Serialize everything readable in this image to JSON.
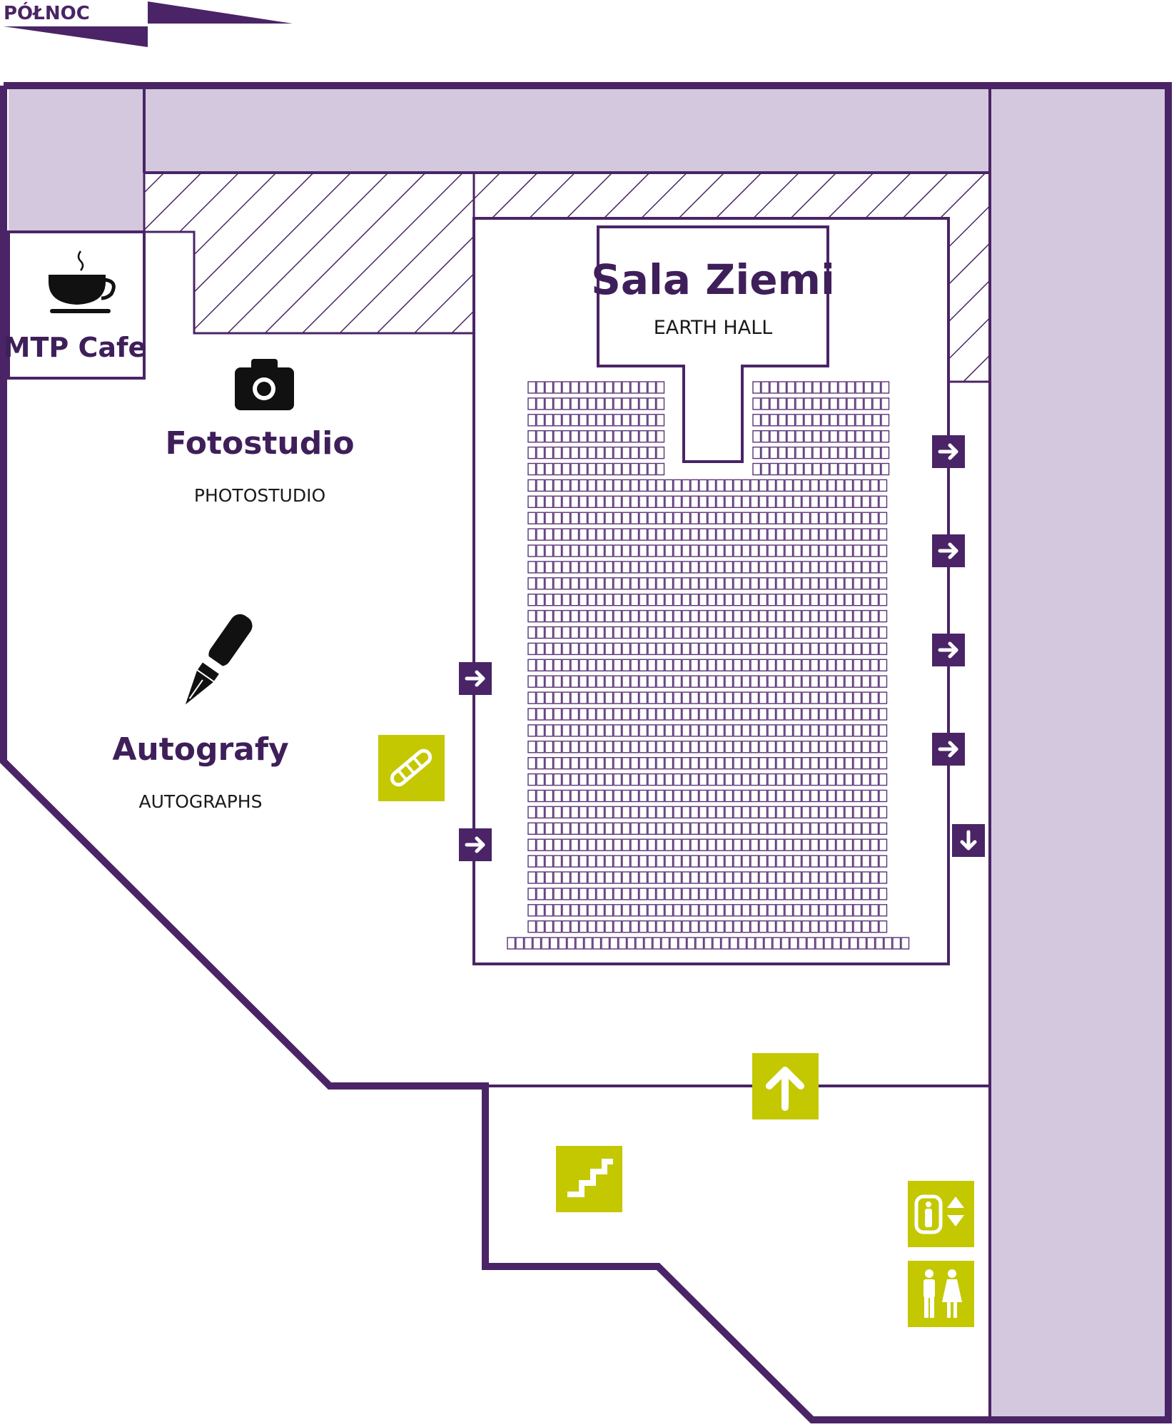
{
  "compass": {
    "label": "PÓŁNOC"
  },
  "locations": {
    "cafe": {
      "name": "MTP Cafe",
      "icon": "coffee-cup-icon"
    },
    "photostudio": {
      "name": "Fotostudio",
      "subtitle": "PHOTOSTUDIO",
      "icon": "camera-icon"
    },
    "autographs": {
      "name": "Autografy",
      "subtitle": "AUTOGRAPHS",
      "icon": "fountain-pen-icon"
    },
    "hall": {
      "name": "Sala Ziemi",
      "subtitle": "EARTH HALL"
    }
  },
  "facilities": [
    {
      "id": "no-smoking",
      "icon": "no-smoking-icon"
    },
    {
      "id": "exit-up",
      "icon": "arrow-up-icon"
    },
    {
      "id": "stairs",
      "icon": "stairs-icon"
    },
    {
      "id": "elevator",
      "icon": "elevator-icon"
    },
    {
      "id": "toilets",
      "icon": "toilets-icon"
    }
  ],
  "hall_doors": [
    {
      "id": "door-left-1",
      "icon": "arrow-right-icon"
    },
    {
      "id": "door-left-2",
      "icon": "arrow-right-icon"
    },
    {
      "id": "door-right-1",
      "icon": "arrow-right-icon"
    },
    {
      "id": "door-right-2",
      "icon": "arrow-right-icon"
    },
    {
      "id": "door-right-3",
      "icon": "arrow-right-icon"
    },
    {
      "id": "door-right-4",
      "icon": "arrow-right-icon"
    },
    {
      "id": "door-right-5",
      "icon": "arrow-down-icon"
    }
  ],
  "colors": {
    "wall": "#4a2466",
    "corridor": "#d4c8de",
    "seat": "#5a3478",
    "facility": "#c4c800",
    "icon": "#111111"
  }
}
